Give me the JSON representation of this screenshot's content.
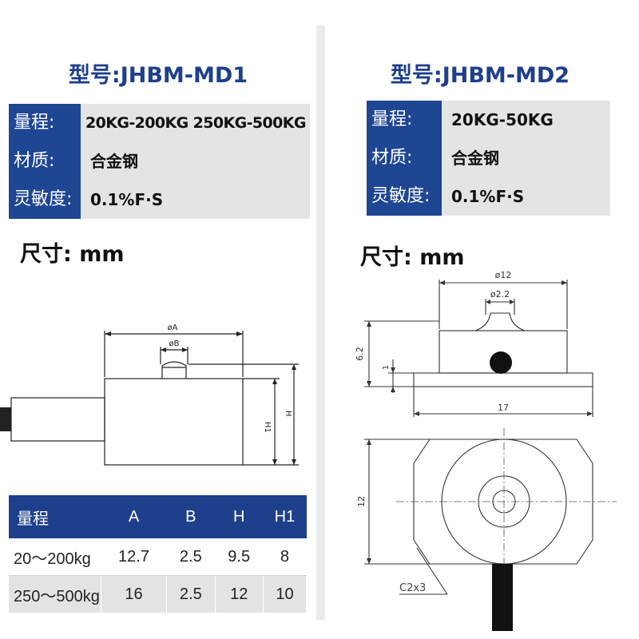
{
  "left": {
    "model_title": "型号:JHBM-MD1",
    "specs": [
      {
        "key": "量程:",
        "value": "20KG-200KG  250KG-500KG"
      },
      {
        "key": "材质:",
        "value": "合金钢"
      },
      {
        "key": "灵敏度:",
        "value": "0.1%F·S"
      }
    ],
    "size_label": "尺寸: mm",
    "drawing": {
      "dim_A": "øA",
      "dim_B": "øB",
      "dim_H1": "H1",
      "dim_H": "H"
    },
    "table": {
      "headers": [
        "量程",
        "A",
        "B",
        "H",
        "H1"
      ],
      "rows": [
        [
          "20～200kg",
          "12.7",
          "2.5",
          "9.5",
          "8"
        ],
        [
          "250～500kg",
          "16",
          "2.5",
          "12",
          "10"
        ]
      ]
    }
  },
  "right": {
    "model_title": "型号:JHBM-MD2",
    "specs": [
      {
        "key": "量程:",
        "value": "20KG-50KG"
      },
      {
        "key": "材质:",
        "value": "合金钢"
      },
      {
        "key": "灵敏度:",
        "value": "0.1%F·S"
      }
    ],
    "size_label": "尺寸: mm",
    "drawing": {
      "dia_outer": "ø12",
      "dia_inner": "ø2.2",
      "height": "6.2",
      "step": "1",
      "width": "17",
      "depth": "12",
      "chamfer": "C2x3"
    }
  },
  "colors": {
    "brand_blue": "#1e3f8c",
    "key_cell": "#1e4693",
    "value_cell": "#e4e4e4"
  }
}
